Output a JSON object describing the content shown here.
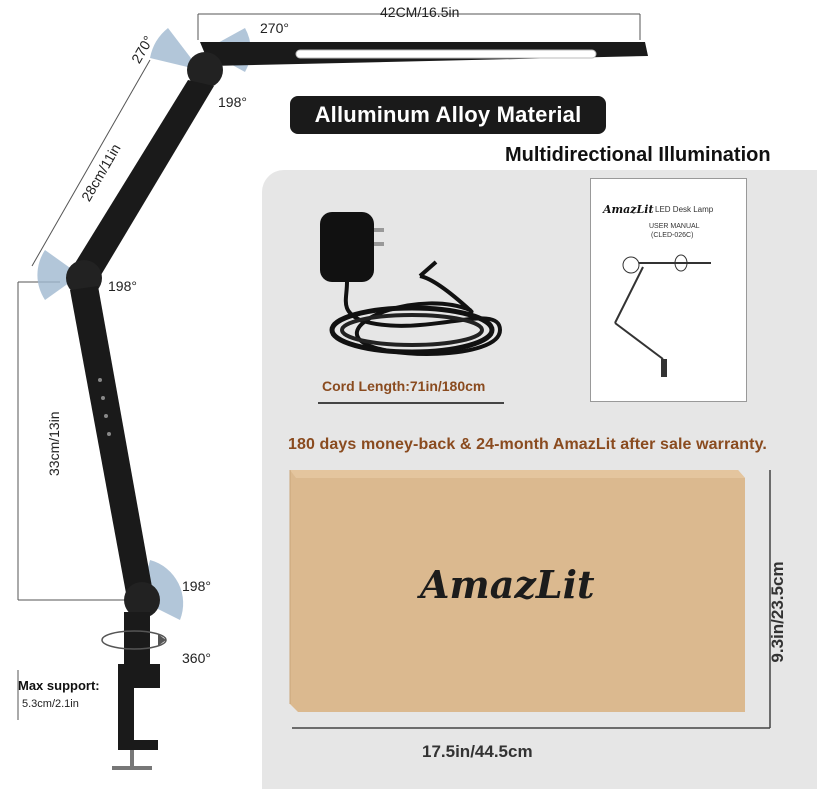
{
  "labels": {
    "top_width": "42CM/16.5in",
    "top_rot": "270°",
    "upper_rot": "270°",
    "upper_tilt": "198°",
    "upper_arm_len": "28cm/11in",
    "mid_joint": "198°",
    "lower_arm_len": "33cm/13in",
    "base_joint": "198°",
    "base_rot": "360°",
    "max_support_title": "Max support:",
    "max_support_value": "5.3cm/2.1in"
  },
  "material_banner": "Alluminum Alloy Material",
  "multidirectional": "Multidirectional Illumination",
  "cord": {
    "label": "Cord Length:71in/180cm"
  },
  "manual": {
    "brand": "AmazLit",
    "title": "LED Desk Lamp",
    "subtitle": "USER MANUAL",
    "code": "(CLED-026C)"
  },
  "warranty": "180 days money-back & 24-month AmazLit after sale warranty.",
  "box": {
    "logo": "AmazLit",
    "width": "17.5in/44.5cm",
    "height": "9.3in/23.5cm"
  },
  "colors": {
    "accent_brown": "#8a4b1f",
    "box_kraft": "#dbb98f",
    "panel_gray": "#e6e6e6",
    "lamp_black": "#1a1a1a",
    "rotation_blue": "#9fb8cf"
  },
  "icons": [
    "power-adapter-icon",
    "lamp-product-image",
    "rotation-arrow-icon"
  ]
}
